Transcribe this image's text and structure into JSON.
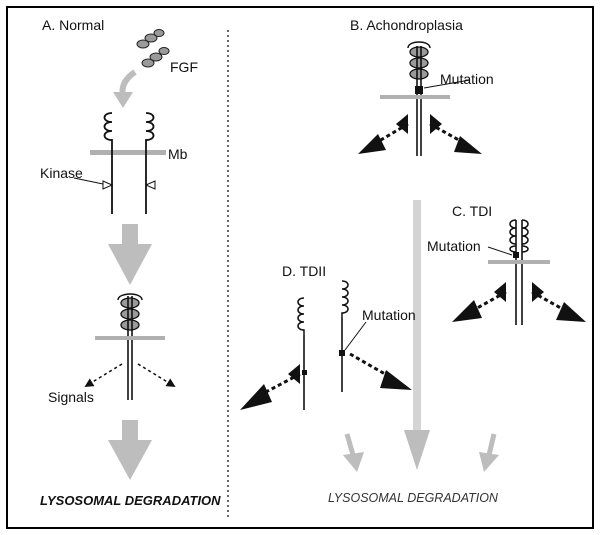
{
  "panels": {
    "normal": {
      "title": "A. Normal",
      "ligand_label": "FGF",
      "membrane_label": "Mb",
      "kinase_label": "Kinase",
      "signals_label": "Signals",
      "outcome": "LYSOSOMAL DEGRADATION"
    },
    "achondroplasia": {
      "title": "B. Achondroplasia",
      "mutation_label": "Mutation"
    },
    "tdi": {
      "title": "C. TDI",
      "mutation_label": "Mutation"
    },
    "tdii": {
      "title": "D. TDII",
      "mutation_label": "Mutation"
    },
    "right_outcome": "LYSOSOMAL DEGRADATION"
  },
  "colors": {
    "arrow_gray": "#bdbdbd",
    "membrane_gray": "#b0b0b0",
    "domain_fill": "#9a9a9a",
    "ink": "#111111",
    "border": "#000000"
  }
}
